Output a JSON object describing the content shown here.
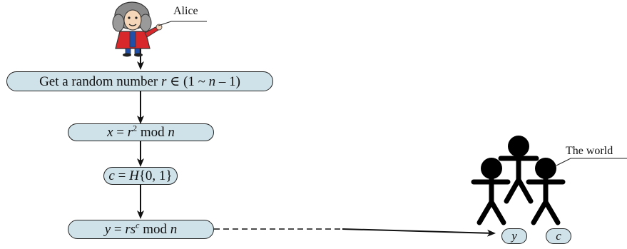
{
  "actors": {
    "alice": "Alice",
    "world": "The world"
  },
  "steps": {
    "random": "Get a random number r ∈ (1 ~ n – 1)",
    "commit": "x = r2 mod n",
    "challenge": "c = H{0, 1}",
    "response": "y = rsc mod n"
  },
  "outputs": {
    "y": "y",
    "c": "c"
  },
  "colors": {
    "box_fill": "#cfe2e9",
    "stroke": "#222222"
  }
}
